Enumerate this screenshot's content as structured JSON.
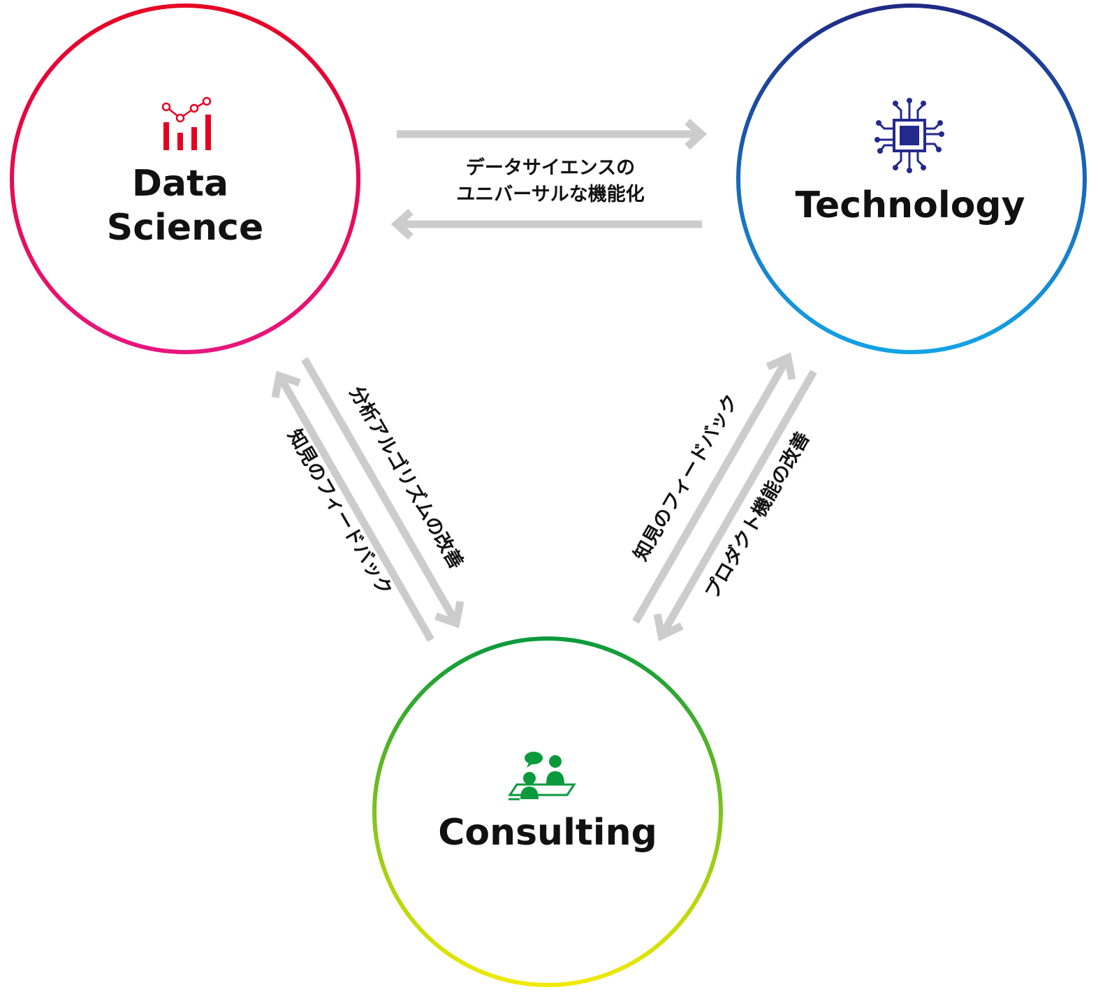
{
  "nodes": {
    "data_science": {
      "title_line1": "Data",
      "title_line2": "Science",
      "icon": "bar-line-chart-icon",
      "color": "#e60022"
    },
    "technology": {
      "title": "Technology",
      "icon": "microchip-icon",
      "color": "#232a8c"
    },
    "consulting": {
      "title": "Consulting",
      "icon": "people-meeting-icon",
      "color": "#0a9a3c"
    }
  },
  "edges": {
    "top": {
      "label_line1": "データサイエンスの",
      "label_line2": "ユニバーサルな機能化"
    },
    "left_outer": {
      "label": "知見のフィードバック"
    },
    "left_inner": {
      "label": "分析アルゴリズムの改善"
    },
    "right_outer": {
      "label": "プロダクト機能の改善"
    },
    "right_inner": {
      "label": "知見のフィードバック"
    }
  },
  "colors": {
    "arrow": "#cccccc",
    "ds_gradient_top": "#e60023",
    "ds_gradient_bottom": "#e8157e",
    "tech_gradient_top": "#1f2a86",
    "tech_gradient_bottom": "#14a3e6",
    "cons_gradient_top": "#0a9a3c",
    "cons_gradient_bottom": "#f1ea00"
  }
}
